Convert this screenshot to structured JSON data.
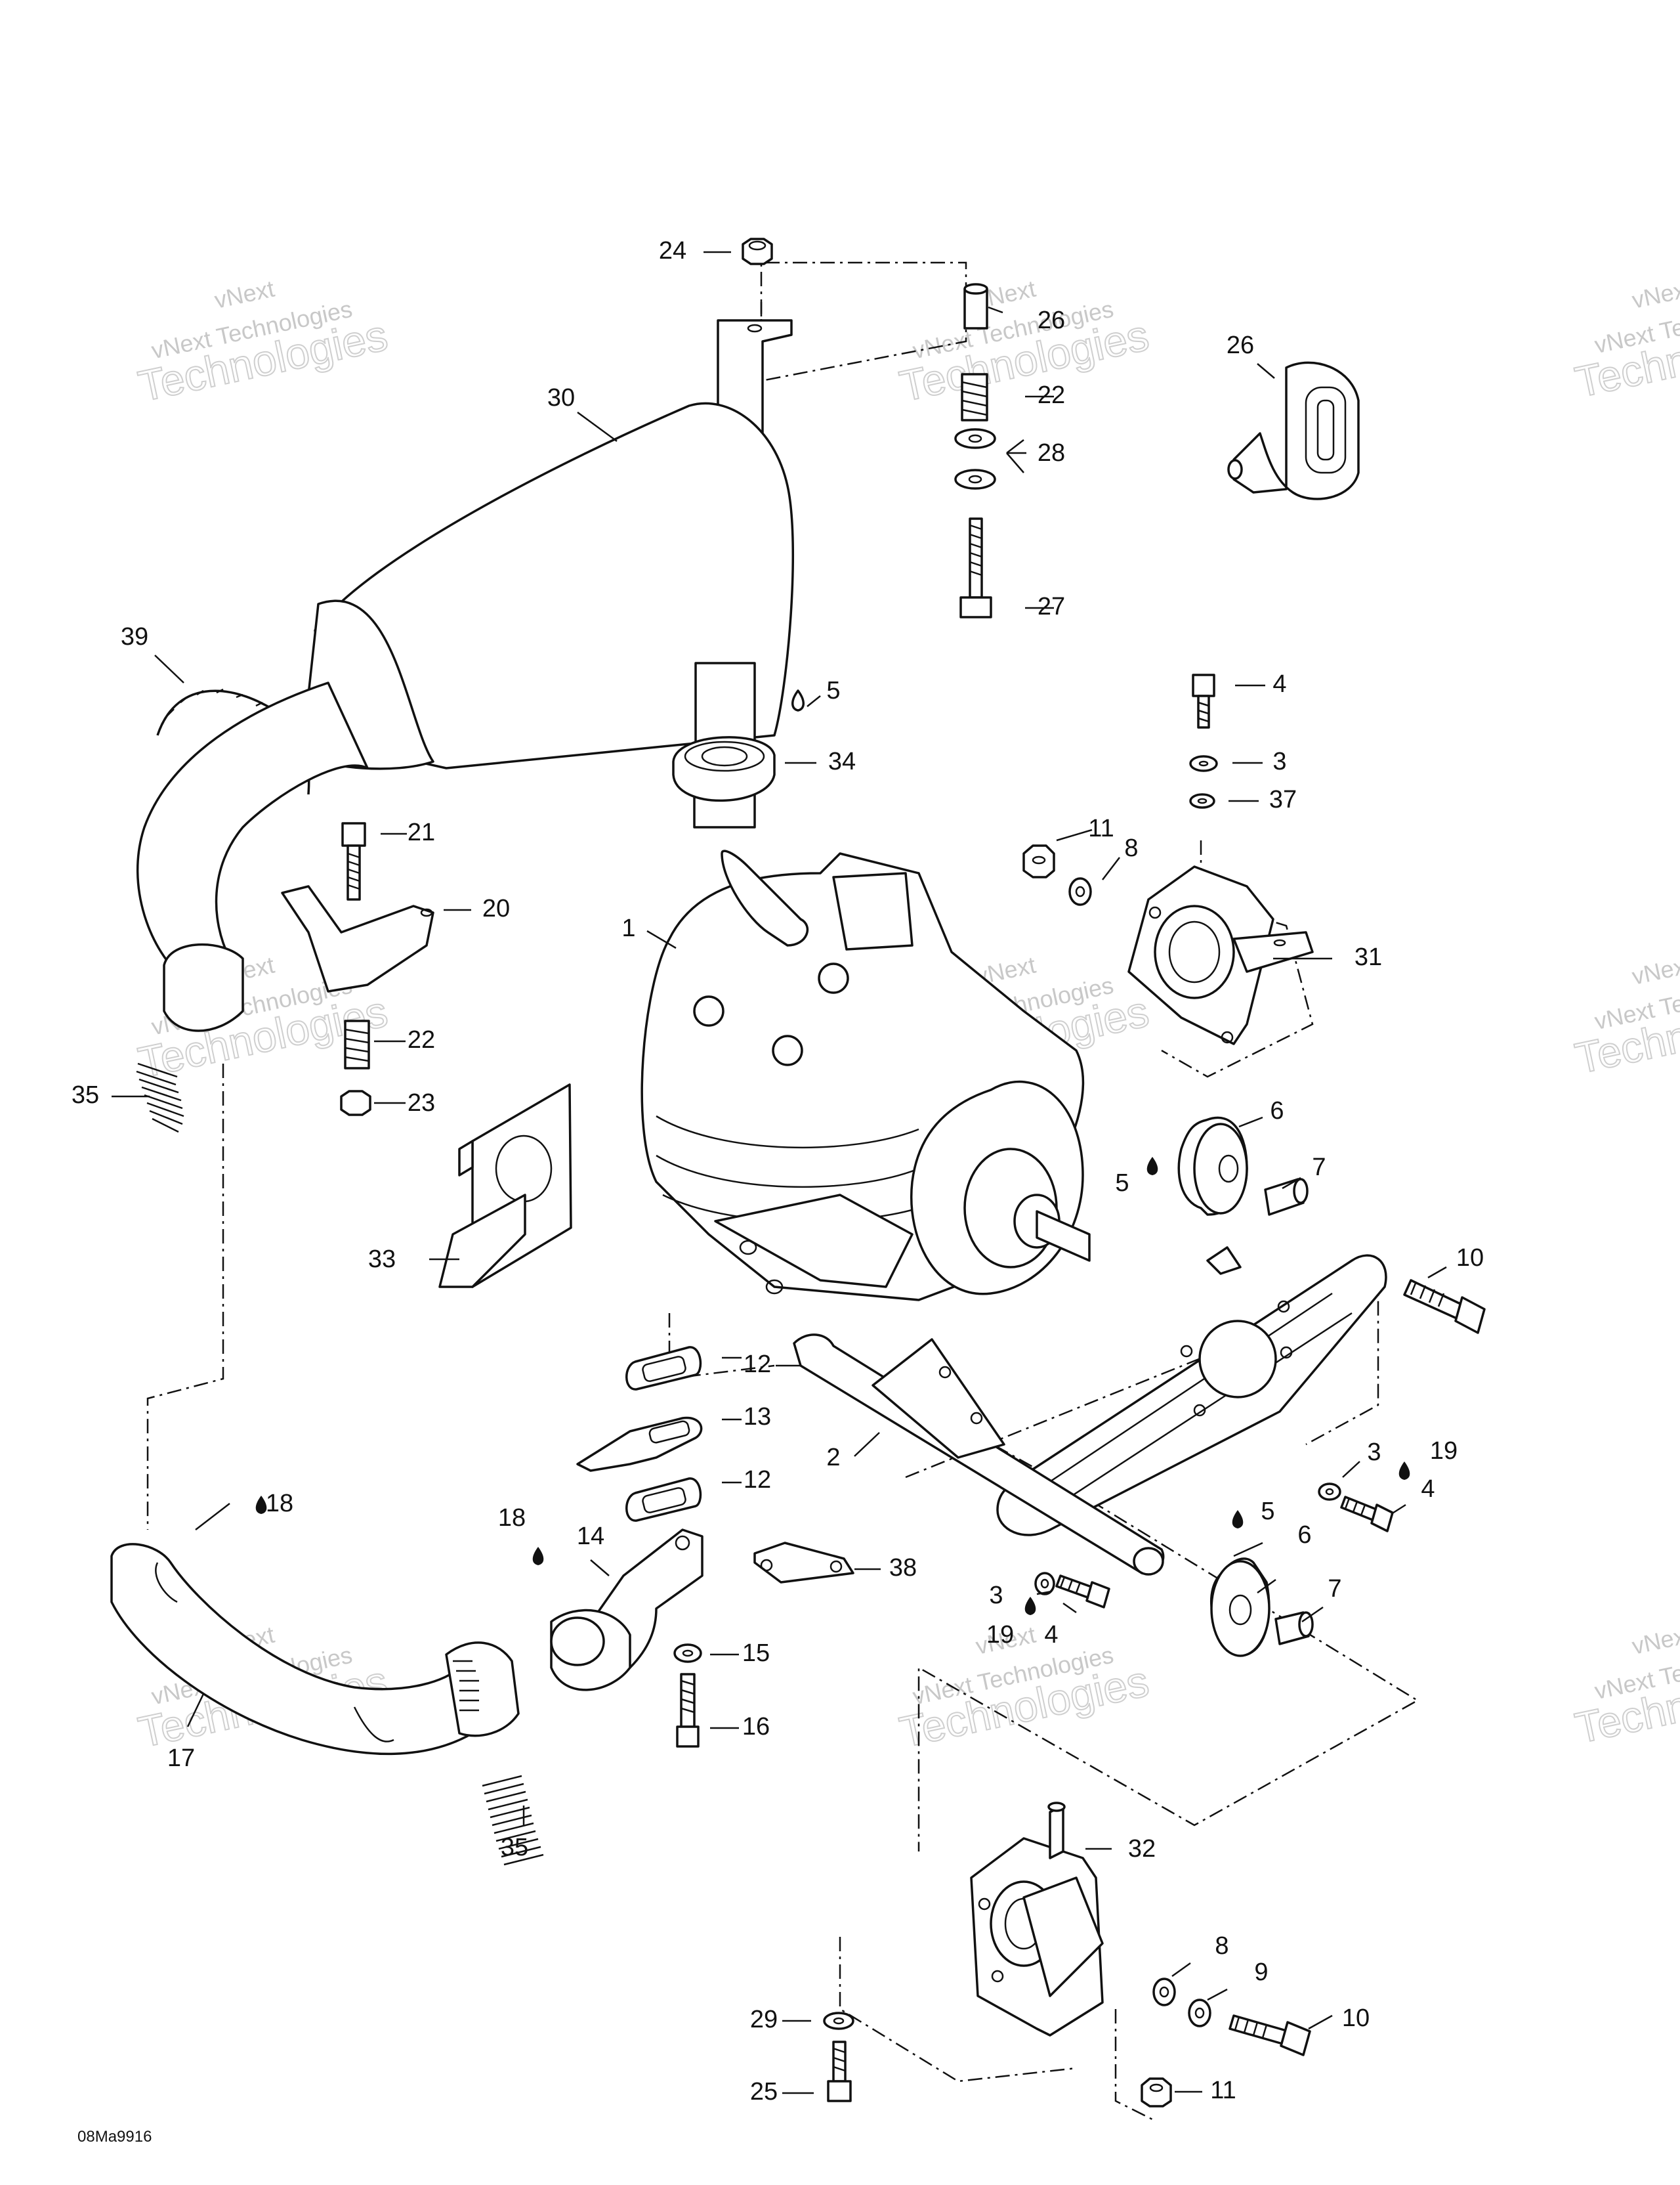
{
  "drawing_code": "08Ma9916",
  "watermark": {
    "line1": "vNext",
    "line2": "vNext Technologies",
    "line3": "Technologies"
  },
  "callouts": [
    {
      "id": "c1",
      "label": "1"
    },
    {
      "id": "c2",
      "label": "2"
    },
    {
      "id": "c3a",
      "label": "3"
    },
    {
      "id": "c3b",
      "label": "3"
    },
    {
      "id": "c3c",
      "label": "3"
    },
    {
      "id": "c4a",
      "label": "4"
    },
    {
      "id": "c4b",
      "label": "4"
    },
    {
      "id": "c4c",
      "label": "4"
    },
    {
      "id": "c5a",
      "label": "5"
    },
    {
      "id": "c5b",
      "label": "5"
    },
    {
      "id": "c5c",
      "label": "5"
    },
    {
      "id": "c6a",
      "label": "6"
    },
    {
      "id": "c6b",
      "label": "6"
    },
    {
      "id": "c7a",
      "label": "7"
    },
    {
      "id": "c7b",
      "label": "7"
    },
    {
      "id": "c8a",
      "label": "8"
    },
    {
      "id": "c8b",
      "label": "8"
    },
    {
      "id": "c9",
      "label": "9"
    },
    {
      "id": "c10a",
      "label": "10"
    },
    {
      "id": "c10b",
      "label": "10"
    },
    {
      "id": "c11a",
      "label": "11"
    },
    {
      "id": "c11b",
      "label": "11"
    },
    {
      "id": "c12a",
      "label": "12"
    },
    {
      "id": "c12b",
      "label": "12"
    },
    {
      "id": "c13",
      "label": "13"
    },
    {
      "id": "c14",
      "label": "14"
    },
    {
      "id": "c15",
      "label": "15"
    },
    {
      "id": "c16",
      "label": "16"
    },
    {
      "id": "c17",
      "label": "17"
    },
    {
      "id": "c18a",
      "label": "18"
    },
    {
      "id": "c18b",
      "label": "18"
    },
    {
      "id": "c19a",
      "label": "19"
    },
    {
      "id": "c19b",
      "label": "19"
    },
    {
      "id": "c20",
      "label": "20"
    },
    {
      "id": "c21",
      "label": "21"
    },
    {
      "id": "c22a",
      "label": "22"
    },
    {
      "id": "c22b",
      "label": "22"
    },
    {
      "id": "c23",
      "label": "23"
    },
    {
      "id": "c24",
      "label": "24"
    },
    {
      "id": "c25",
      "label": "25"
    },
    {
      "id": "c26a",
      "label": "26"
    },
    {
      "id": "c26b",
      "label": "26"
    },
    {
      "id": "c27",
      "label": "27"
    },
    {
      "id": "c28",
      "label": "28"
    },
    {
      "id": "c29",
      "label": "29"
    },
    {
      "id": "c30",
      "label": "30"
    },
    {
      "id": "c31",
      "label": "31"
    },
    {
      "id": "c32",
      "label": "32"
    },
    {
      "id": "c33",
      "label": "33"
    },
    {
      "id": "c34",
      "label": "34"
    },
    {
      "id": "c35a",
      "label": "35"
    },
    {
      "id": "c35b",
      "label": "35"
    },
    {
      "id": "c37",
      "label": "37"
    },
    {
      "id": "c38",
      "label": "38"
    },
    {
      "id": "c39",
      "label": "39"
    }
  ]
}
